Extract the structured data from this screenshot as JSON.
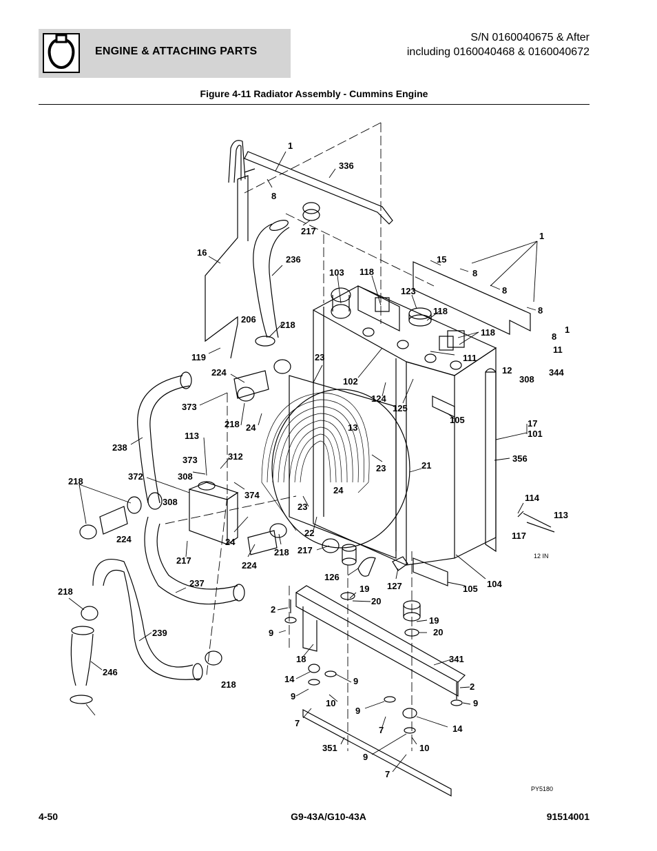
{
  "header": {
    "section_title": "ENGINE & ATTACHING PARTS",
    "serial_line1": "S/N 0160040675 & After",
    "serial_line2": "including 0160040468 & 0160040672"
  },
  "figure": {
    "title": "Figure 4-11 Radiator Assembly - Cummins Engine",
    "drawing_id": "PY5180",
    "dimension_note": "12 IN",
    "callouts": [
      "1",
      "336",
      "8",
      "217",
      "16",
      "236",
      "103",
      "118",
      "15",
      "1",
      "8",
      "8",
      "8",
      "123",
      "118",
      "8",
      "1",
      "206",
      "218",
      "118",
      "111",
      "11",
      "119",
      "23",
      "102",
      "12",
      "308",
      "344",
      "224",
      "373",
      "124",
      "125",
      "105",
      "218",
      "24",
      "13",
      "17",
      "101",
      "238",
      "113",
      "23",
      "21",
      "356",
      "373",
      "312",
      "308",
      "372",
      "374",
      "24",
      "218",
      "308",
      "23",
      "114",
      "113",
      "117",
      "224",
      "24",
      "22",
      "217",
      "218",
      "217",
      "224",
      "126",
      "127",
      "105",
      "104",
      "237",
      "19",
      "218",
      "20",
      "2",
      "19",
      "20",
      "9",
      "239",
      "18",
      "341",
      "14",
      "9",
      "246",
      "2",
      "9",
      "10",
      "9",
      "9",
      "218",
      "7",
      "7",
      "14",
      "351",
      "10",
      "9",
      "7"
    ]
  },
  "footer": {
    "page_number": "4-50",
    "model": "G9-43A/G10-43A",
    "part_number": "91514001"
  }
}
